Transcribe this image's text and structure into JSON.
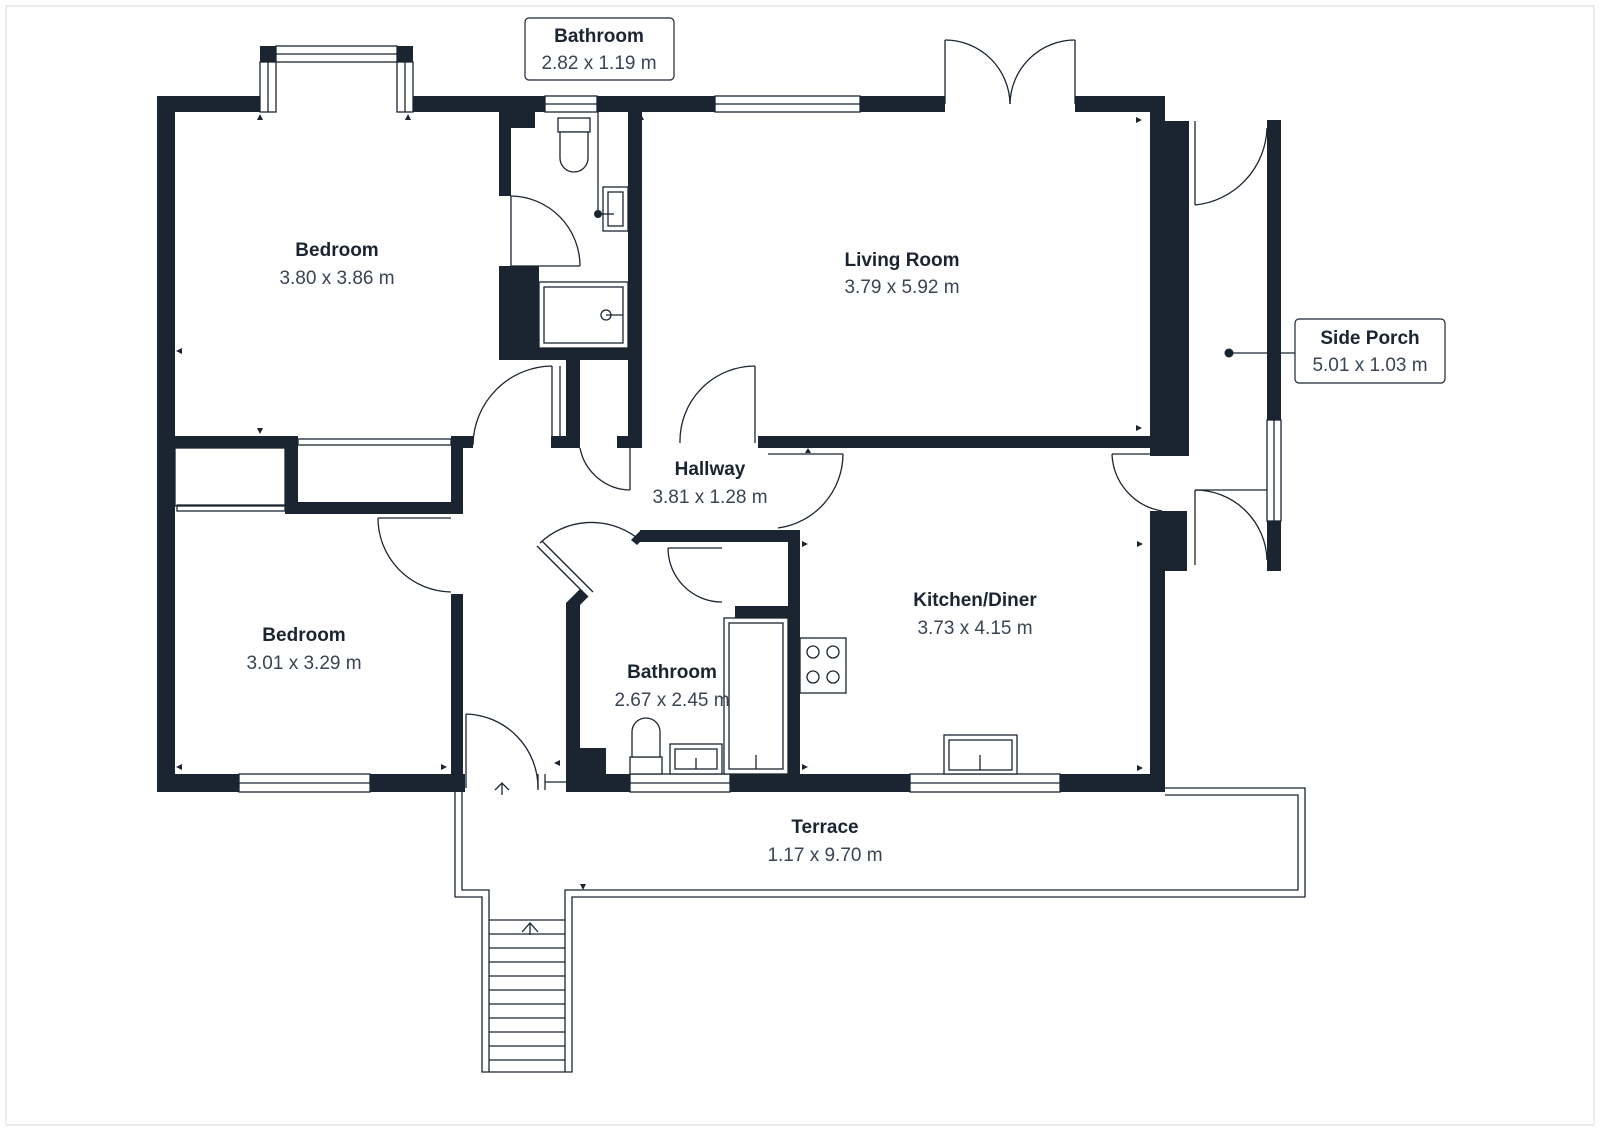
{
  "rooms": {
    "bedroom_1": {
      "name": "Bedroom",
      "size": "3.80 x 3.86 m"
    },
    "bathroom_1": {
      "name": "Bathroom",
      "size": "2.82 x 1.19 m"
    },
    "living_room": {
      "name": "Living Room",
      "size": "3.79 x 5.92 m"
    },
    "side_porch": {
      "name": "Side Porch",
      "size": "5.01 x 1.03 m"
    },
    "hallway": {
      "name": "Hallway",
      "size": "3.81 x 1.28 m"
    },
    "bedroom_2": {
      "name": "Bedroom",
      "size": "3.01 x 3.29 m"
    },
    "bathroom_2": {
      "name": "Bathroom",
      "size": "2.67 x 2.45 m"
    },
    "kitchen_diner": {
      "name": "Kitchen/Diner",
      "size": "3.73 x 4.15 m"
    },
    "terrace": {
      "name": "Terrace",
      "size": "1.17 x 9.70 m"
    }
  },
  "colors": {
    "wall": "#1b2531",
    "text": "#1b2531",
    "dim_text": "#3a4452",
    "background": "#ffffff"
  }
}
